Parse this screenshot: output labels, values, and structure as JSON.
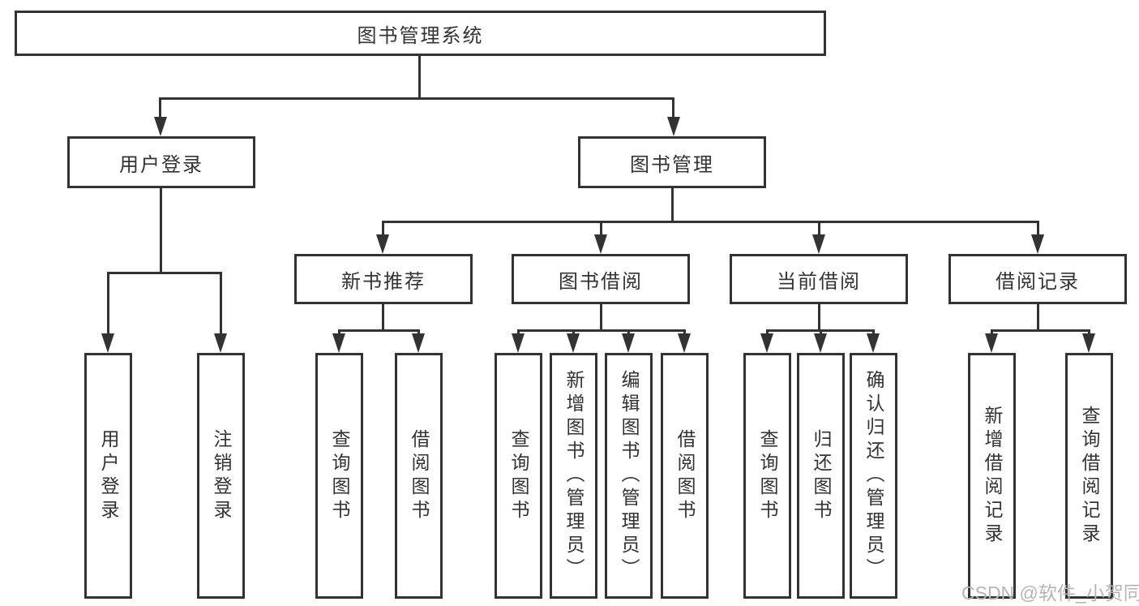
{
  "tree": {
    "root": {
      "label": "图书管理系统"
    },
    "branches": [
      {
        "label": "用户登录",
        "children": [
          {
            "label": "用户登录"
          },
          {
            "label": "注销登录"
          }
        ]
      },
      {
        "label": "图书管理",
        "children": [
          {
            "label": "新书推荐",
            "children": [
              {
                "label": "查询图书"
              },
              {
                "label": "借阅图书"
              }
            ]
          },
          {
            "label": "图书借阅",
            "children": [
              {
                "label": "查询图书"
              },
              {
                "label": "新增图书（管理员）"
              },
              {
                "label": "编辑图书（管理员）"
              },
              {
                "label": "借阅图书"
              }
            ]
          },
          {
            "label": "当前借阅",
            "children": [
              {
                "label": "查询图书"
              },
              {
                "label": "归还图书"
              },
              {
                "label": "确认归还（管理员）"
              }
            ]
          },
          {
            "label": "借阅记录",
            "children": [
              {
                "label": "新增借阅记录"
              },
              {
                "label": "查询借阅记录"
              }
            ]
          }
        ]
      }
    ]
  },
  "watermark": {
    "text": "CSDN @软件_小贺同学"
  },
  "colors": {
    "line": "#333333",
    "text": "#333333",
    "background": "#ffffff",
    "watermark": "#b5b5b5"
  }
}
